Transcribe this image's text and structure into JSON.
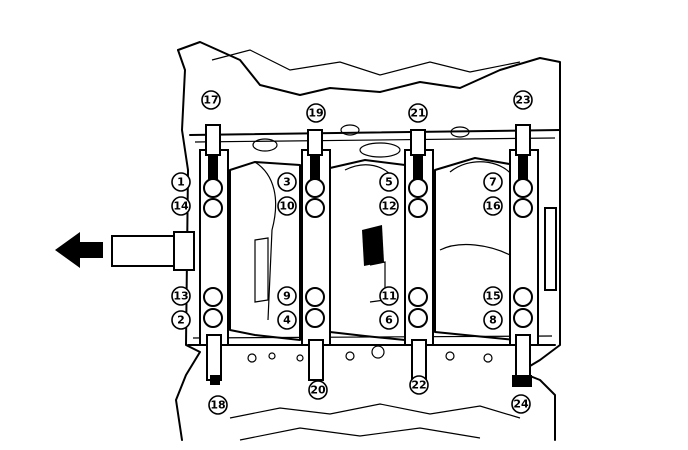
{
  "labels": {
    "b1": "1",
    "b2": "2",
    "b3": "3",
    "b4": "4",
    "b5": "5",
    "b6": "6",
    "b7": "7",
    "b8": "8",
    "b9": "9",
    "b10": "10",
    "b11": "11",
    "b12": "12",
    "b13": "13",
    "b14": "14",
    "b15": "15",
    "b16": "16",
    "b17": "17",
    "b18": "18",
    "b19": "19",
    "b20": "20",
    "b21": "21",
    "b22": "22",
    "b23": "23",
    "b24": "24"
  },
  "icons": {
    "arrow": "front-direction-arrow-icon"
  }
}
